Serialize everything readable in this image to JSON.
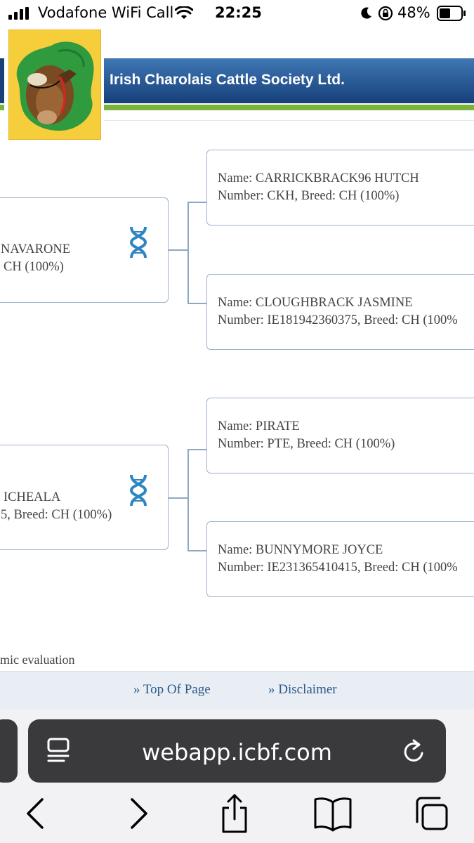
{
  "status_bar": {
    "carrier": "Vodafone WiFi Call",
    "time": "22:25",
    "battery": "48%"
  },
  "header": {
    "title": "Irish Charolais Cattle Society Ltd."
  },
  "pedigree": {
    "parent_top": {
      "line1": "NAVARONE",
      "line2": "CH (100%)"
    },
    "parent_bottom": {
      "line1": "ICHEALA",
      "line2": "5, Breed: CH (100%)"
    },
    "grandparents": [
      {
        "name": "Name: CARRICKBRACK96 HUTCH",
        "number": "Number: CKH, Breed: CH (100%)"
      },
      {
        "name": "Name: CLOUGHBRACK JASMINE",
        "number": "Number: IE181942360375, Breed: CH (100%"
      },
      {
        "name": "Name: PIRATE",
        "number": "Number: PTE, Breed: CH (100%)"
      },
      {
        "name": "Name: BUNNYMORE JOYCE",
        "number": "Number: IE231365410415, Breed: CH (100%"
      }
    ]
  },
  "footer": {
    "genomic_note": "mic evaluation",
    "links": [
      "» Top Of Page",
      "» Disclaimer"
    ]
  },
  "browser": {
    "url": "webapp.icbf.com"
  },
  "icons": [
    "signal-icon",
    "wifi-icon",
    "moon-icon",
    "rotation-lock-icon",
    "battery-icon",
    "dna-icon",
    "reader-icon",
    "reload-icon",
    "back-icon",
    "forward-icon",
    "share-icon",
    "bookmarks-icon",
    "tabs-icon"
  ],
  "colors": {
    "banner_blue": "#16407a",
    "banner_green": "#79b33b",
    "logo_yellow": "#f6cd3a",
    "dna_blue": "#2e86c1",
    "link_blue": "#2b5a8a"
  }
}
